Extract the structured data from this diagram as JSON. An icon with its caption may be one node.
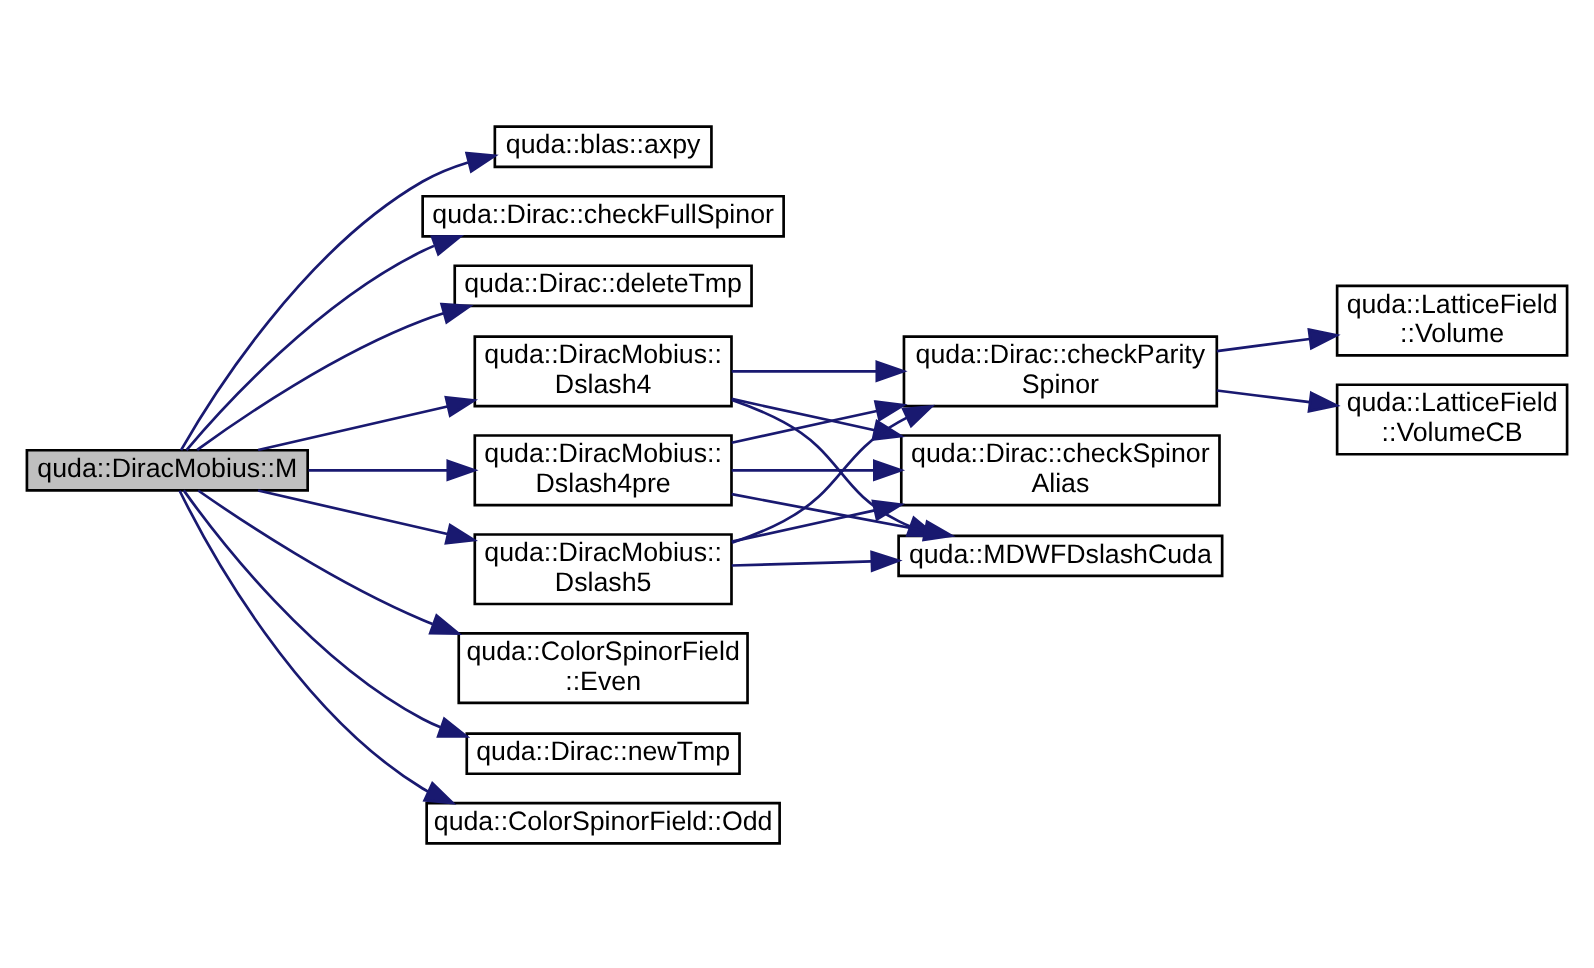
{
  "diagram": {
    "nodes": [
      {
        "text": [
          "quda::DiracMobius::M"
        ]
      },
      {
        "text": [
          "quda::blas::axpy"
        ]
      },
      {
        "text": [
          "quda::Dirac::checkFullSpinor"
        ]
      },
      {
        "text": [
          "quda::Dirac::deleteTmp"
        ]
      },
      {
        "text": [
          "quda::DiracMobius:: Dslash4"
        ]
      },
      {
        "text": [
          "quda::DiracMobius:: Dslash4pre"
        ]
      },
      {
        "text": [
          "quda::DiracMobius:: Dslash5"
        ]
      },
      {
        "text": [
          "quda::ColorSpinorField ::Even"
        ]
      },
      {
        "text": [
          "quda::Dirac::newTmp"
        ]
      },
      {
        "text": [
          "quda::ColorSpinorField::Odd"
        ]
      },
      {
        "text": [
          "quda::Dirac::checkParity Spinor"
        ]
      },
      {
        "text": [
          "quda::Dirac::checkSpinor Alias"
        ]
      },
      {
        "text": [
          "quda::MDWFDslashCuda"
        ]
      },
      {
        "text": [
          "quda::LatticeField ::Volume"
        ]
      },
      {
        "text": [
          "quda::LatticeField ::VolumeCB"
        ]
      }
    ],
    "edges": [
      {
        "from": 0,
        "to": 1,
        "arrow": "to"
      },
      {
        "from": 0,
        "to": 2,
        "arrow": "to"
      },
      {
        "from": 0,
        "to": 3,
        "arrow": "to"
      },
      {
        "from": 0,
        "to": 4,
        "arrow": "to"
      },
      {
        "from": 0,
        "to": 5,
        "arrow": "to"
      },
      {
        "from": 0,
        "to": 6,
        "arrow": "to"
      },
      {
        "from": 0,
        "to": 7,
        "arrow": "to"
      },
      {
        "from": 0,
        "to": 8,
        "arrow": "to"
      },
      {
        "from": 0,
        "to": 9,
        "arrow": "to"
      },
      {
        "from": 4,
        "to": 10,
        "arrow": "to"
      },
      {
        "from": 4,
        "to": 11,
        "arrow": "to"
      },
      {
        "from": 4,
        "to": 12,
        "arrow": "to"
      },
      {
        "from": 5,
        "to": 10,
        "arrow": "to"
      },
      {
        "from": 5,
        "to": 11,
        "arrow": "to"
      },
      {
        "from": 5,
        "to": 12,
        "arrow": "to"
      },
      {
        "from": 6,
        "to": 10,
        "arrow": "to"
      },
      {
        "from": 6,
        "to": 11,
        "arrow": "to"
      },
      {
        "from": 6,
        "to": 12,
        "arrow": "to"
      },
      {
        "from": 10,
        "to": 13,
        "arrow": "to"
      },
      {
        "from": 10,
        "to": 14,
        "arrow": "to"
      }
    ]
  }
}
